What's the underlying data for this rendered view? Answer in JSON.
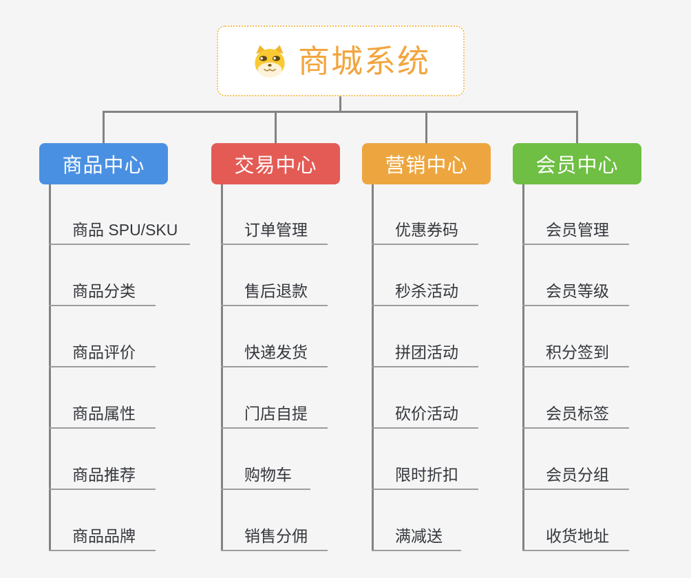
{
  "root": {
    "title": "商城系统",
    "icon": "shiba-dog-icon",
    "title_color": "#f2a53e",
    "border_color": "#f7bd55"
  },
  "connector_color": "#828282",
  "branches": [
    {
      "label": "商品中心",
      "color": "#4a90e2",
      "items": [
        "商品 SPU/SKU",
        "商品分类",
        "商品评价",
        "商品属性",
        "商品推荐",
        "商品品牌"
      ]
    },
    {
      "label": "交易中心",
      "color": "#e45b55",
      "items": [
        "订单管理",
        "售后退款",
        "快递发货",
        "门店自提",
        "购物车",
        "销售分佣"
      ]
    },
    {
      "label": "营销中心",
      "color": "#eda63f",
      "items": [
        "优惠券码",
        "秒杀活动",
        "拼团活动",
        "砍价活动",
        "限时折扣",
        "满减送"
      ]
    },
    {
      "label": "会员中心",
      "color": "#6ebf43",
      "items": [
        "会员管理",
        "会员等级",
        "积分签到",
        "会员标签",
        "会员分组",
        "收货地址"
      ]
    }
  ]
}
